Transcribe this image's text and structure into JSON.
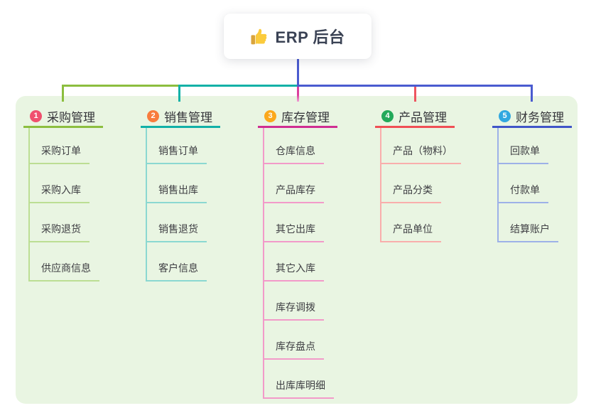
{
  "root": {
    "label": "ERP 后台",
    "icon": "thumbs-up-icon"
  },
  "colors": {
    "root_line": "#4A5BD0",
    "panel_bg": "#E9F5E2"
  },
  "branches": [
    {
      "num": "1",
      "label": "采购管理",
      "badge_color": "#F0506E",
      "line_color": "#8CBE3F",
      "item_line_color": "#BCDE93",
      "drop_color": "#8CBE3F",
      "items": [
        "采购订单",
        "采购入库",
        "采购退货",
        "供应商信息"
      ]
    },
    {
      "num": "2",
      "label": "销售管理",
      "badge_color": "#F87C3D",
      "line_color": "#12B1A7",
      "item_line_color": "#8BD8D1",
      "drop_color": "#12B1A7",
      "items": [
        "销售订单",
        "销售出库",
        "销售退货",
        "客户信息"
      ]
    },
    {
      "num": "3",
      "label": "库存管理",
      "badge_color": "#FBA81C",
      "line_color": "#CF2E92",
      "item_line_color": "#F29AC9",
      "drop_color": "#DC3F9E",
      "drop_tip": "#F0A2D4",
      "items": [
        "仓库信息",
        "产品库存",
        "其它出库",
        "其它入库",
        "库存调拨",
        "库存盘点",
        "出库库明细"
      ]
    },
    {
      "num": "4",
      "label": "产品管理",
      "badge_color": "#23A95A",
      "line_color": "#F04F55",
      "item_line_color": "#F9AEAC",
      "drop_color": "#EE5560",
      "items": [
        "产品（物料）",
        "产品分类",
        "产品单位"
      ]
    },
    {
      "num": "5",
      "label": "财务管理",
      "badge_color": "#31A8E0",
      "line_color": "#4055C8",
      "item_line_color": "#9DB1E8",
      "drop_color": "#4A5BD0",
      "items": [
        "回款单",
        "付款单",
        "结算账户"
      ]
    }
  ]
}
